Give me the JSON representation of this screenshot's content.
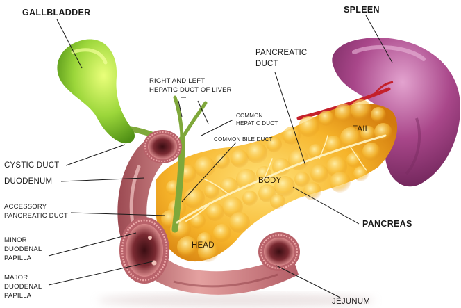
{
  "labels": {
    "gallbladder": "GALLBLADDER",
    "spleen": "SPLEEN",
    "pancreatic_duct": [
      "PANCREATIC",
      "DUCT"
    ],
    "hepatic_ducts": [
      "RIGHT AND LEFT",
      "HEPATIC DUCT OF LIVER"
    ],
    "common_hepatic_duct": [
      "COMMON",
      "HEPATIC DUCT"
    ],
    "common_bile_duct": "COMMON BILE DUCT",
    "tail": "TAIL",
    "body": "BODY",
    "head": "HEAD",
    "pancreas": "PANCREAS",
    "cystic_duct": "CYSTIC DUCT",
    "duodenum": "DUODENUM",
    "accessory_pancreatic_duct": [
      "ACCESSORY",
      "PANCREATIC DUCT"
    ],
    "minor_duodenal_papilla": [
      "MINOR",
      "DUODENAL",
      "PAPILLA"
    ],
    "major_duodenal_papilla": [
      "MAJOR",
      "DUODENAL",
      "PAPILLA"
    ],
    "jejunum": "JEJUNUM"
  },
  "colors": {
    "gallbladder": "#8ccf2c",
    "spleen": "#9c3f78",
    "pancreas": "#f2a51c",
    "duodenum": "#c9747a",
    "ducts": "#7fa83a",
    "vessel": "#c4202a"
  }
}
